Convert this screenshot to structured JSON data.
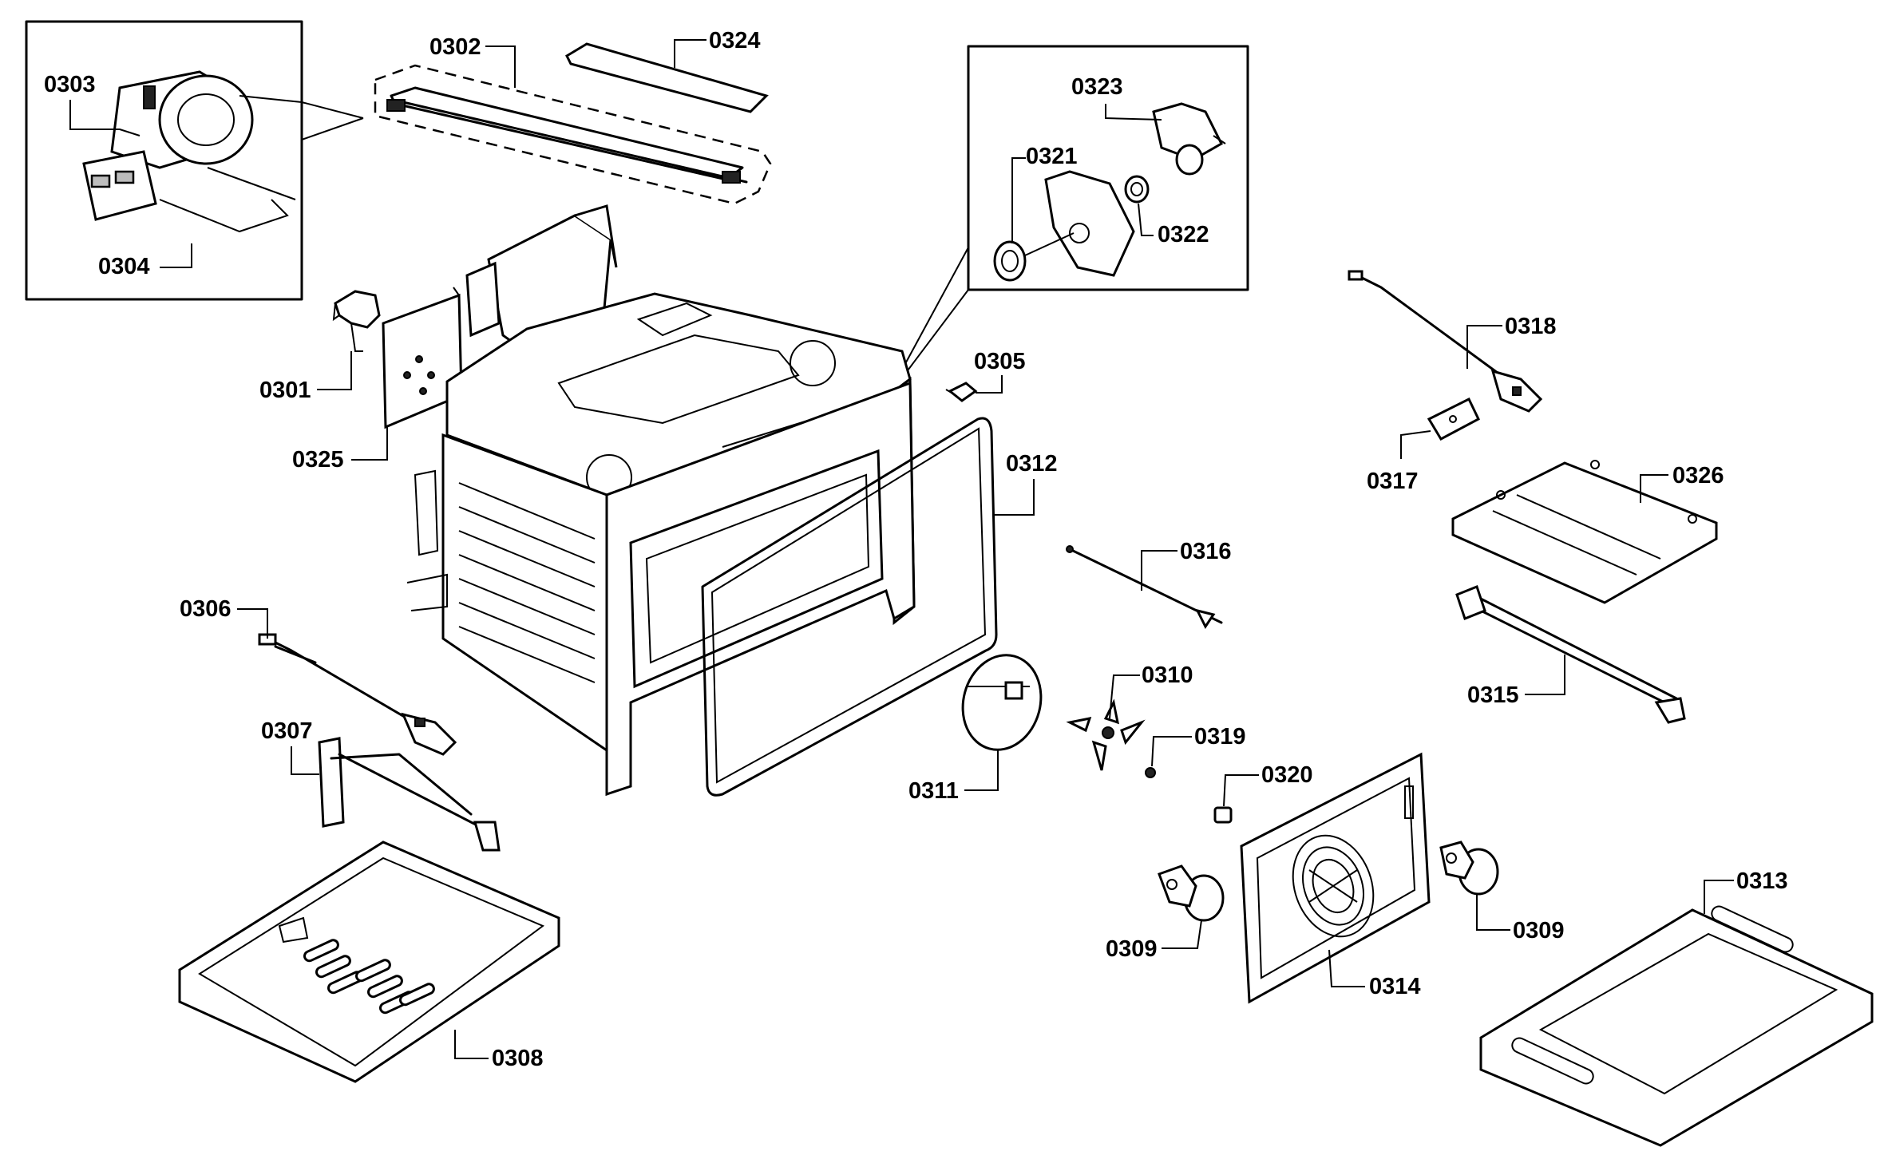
{
  "diagram": {
    "labels": {
      "p0301": "0301",
      "p0302": "0302",
      "p0303": "0303",
      "p0304": "0304",
      "p0305": "0305",
      "p0306": "0306",
      "p0307": "0307",
      "p0308": "0308",
      "p0309a": "0309",
      "p0309b": "0309",
      "p0310": "0310",
      "p0311": "0311",
      "p0312": "0312",
      "p0313": "0313",
      "p0314": "0314",
      "p0315": "0315",
      "p0316": "0316",
      "p0317": "0317",
      "p0318": "0318",
      "p0319": "0319",
      "p0320": "0320",
      "p0321": "0321",
      "p0322": "0322",
      "p0323": "0323",
      "p0324": "0324",
      "p0325": "0325",
      "p0326": "0326"
    }
  }
}
